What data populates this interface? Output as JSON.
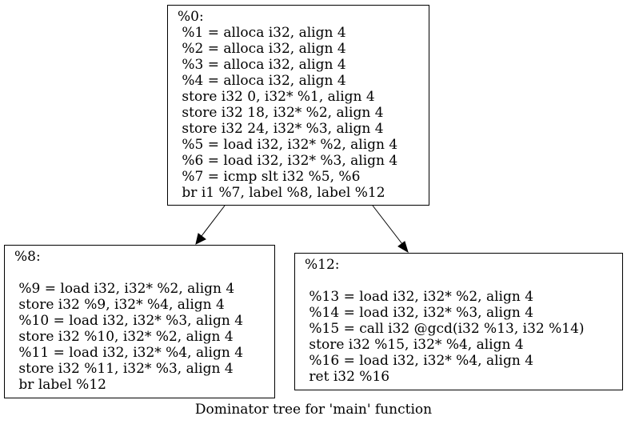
{
  "nodes": {
    "n0": {
      "label": "%0:",
      "lines": [
        " %1 = alloca i32, align 4",
        " %2 = alloca i32, align 4",
        " %3 = alloca i32, align 4",
        " %4 = alloca i32, align 4",
        " store i32 0, i32* %1, align 4",
        " store i32 18, i32* %2, align 4",
        " store i32 24, i32* %3, align 4",
        " %5 = load i32, i32* %2, align 4",
        " %6 = load i32, i32* %3, align 4",
        " %7 = icmp slt i32 %5, %6",
        " br i1 %7, label %8, label %12"
      ]
    },
    "n8": {
      "label": "%8:",
      "lines": [
        "",
        " %9 = load i32, i32* %2, align 4",
        " store i32 %9, i32* %4, align 4",
        " %10 = load i32, i32* %3, align 4",
        " store i32 %10, i32* %2, align 4",
        " %11 = load i32, i32* %4, align 4",
        " store i32 %11, i32* %3, align 4",
        " br label %12"
      ]
    },
    "n12": {
      "label": "%12:",
      "lines": [
        "",
        " %13 = load i32, i32* %2, align 4",
        " %14 = load i32, i32* %3, align 4",
        " %15 = call i32 @gcd(i32 %13, i32 %14)",
        " store i32 %15, i32* %4, align 4",
        " %16 = load i32, i32* %4, align 4",
        " ret i32 %16"
      ]
    }
  },
  "edges": [
    {
      "from": "%0",
      "to": "%8"
    },
    {
      "from": "%0",
      "to": "%12"
    }
  ],
  "caption": "Dominator tree for 'main' function"
}
